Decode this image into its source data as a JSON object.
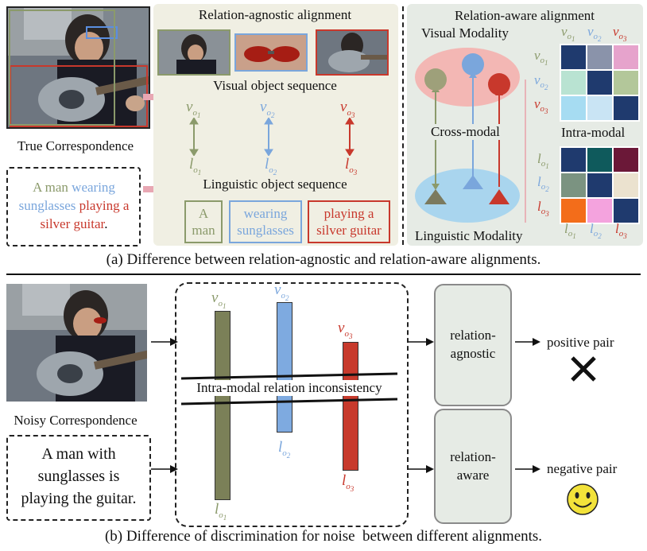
{
  "colors": {
    "green": "#8b9a6b",
    "blue": "#7aa6dc",
    "red": "#c8382c",
    "bar_green": "#7b8058",
    "bar_blue": "#7eaae0",
    "bar_red": "#c73a2c",
    "visual_ellipse": "#f3b7b4",
    "linguistic_ellipse": "#a9d5ee",
    "box_fill": "#e6ebe5"
  },
  "top": {
    "left": {
      "true_correspondence": "True Correspondence",
      "sentence_parts": [
        "A man",
        " wearing sunglasses",
        " playing a silver guitar",
        "."
      ]
    },
    "middle": {
      "title": "Relation-agnostic alignment",
      "visual_seq_label": "Visual object sequence",
      "linguistic_seq_label": "Linguistic object sequence",
      "phrases": [
        "A man",
        "wearing sunglasses",
        "playing a silver guitar"
      ],
      "v_labels": [
        "v",
        "v",
        "v"
      ],
      "l_labels": [
        "l",
        "l",
        "l"
      ],
      "sub_base": [
        "o",
        "o",
        "o"
      ],
      "sub_idx": [
        "1",
        "2",
        "3"
      ]
    },
    "right": {
      "title": "Relation-aware alignment",
      "visual_modality": "Visual Modality",
      "linguistic_modality": "Linguistic Modality",
      "cross_modal": "Cross-modal",
      "intra_modal": "Intra-modal",
      "visual_matrix": [
        [
          "#1f3a6e",
          "#8a93aa",
          "#e6a3cc"
        ],
        [
          "#b9e3d2",
          "#1f3a6e",
          "#b3c79a"
        ],
        [
          "#a6dcf2",
          "#c9e4f4",
          "#1f3a6e"
        ]
      ],
      "linguistic_matrix": [
        [
          "#1f3a6e",
          "#0f5a5c",
          "#6b1838"
        ],
        [
          "#7b9381",
          "#1f3a6e",
          "#ebe2cf"
        ],
        [
          "#f36d1a",
          "#f4a3de",
          "#1f3a6e"
        ]
      ]
    },
    "caption": "(a) Difference between relation-agnostic and relation-aware alignments."
  },
  "bottom": {
    "noisy_correspondence": "Noisy Correspondence",
    "sentence": "A man with sunglasses is playing the guitar.",
    "sentence_lines": [
      "A man with",
      "sunglasses is",
      "playing the guitar."
    ],
    "inconsistency_label": "Intra-modal relation inconsistency",
    "relation_agnostic": "relation-agnostic",
    "relation_agnostic_lines": [
      "relation-",
      "agnostic"
    ],
    "relation_aware": "relation-aware",
    "relation_aware_lines": [
      "relation-",
      "aware"
    ],
    "positive_pair": "positive pair",
    "negative_pair": "negative pair",
    "caption": "(b) Difference of discrimination for noise  between different alignments."
  }
}
